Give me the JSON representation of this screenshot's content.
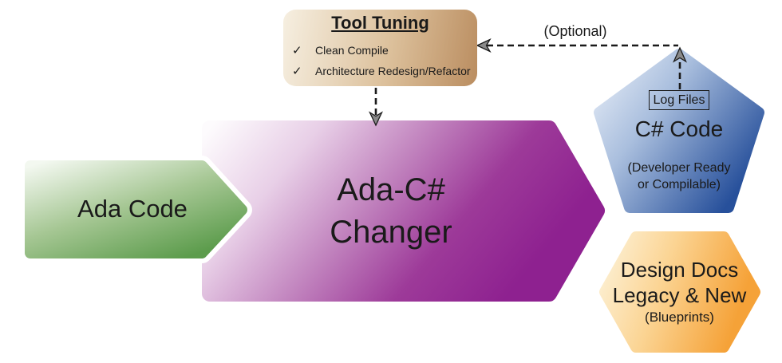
{
  "tool_tuning": {
    "title": "Tool Tuning",
    "check": "✓",
    "items": [
      "Clean Compile",
      "Architecture Redesign/Refactor"
    ]
  },
  "connectors": {
    "optional_label": "(Optional)"
  },
  "input_shape": {
    "label": "Ada Code"
  },
  "changer": {
    "line1": "Ada-C#",
    "line2": "Changer"
  },
  "output_code": {
    "log_files_label": "Log Files",
    "title": "C# Code",
    "subtitle_line1": "(Developer Ready",
    "subtitle_line2": "or Compilable)"
  },
  "output_docs": {
    "line1": "Design Docs",
    "line2": "Legacy & New",
    "line3": "(Blueprints)"
  },
  "colors": {
    "purple_deep": "#8e2190",
    "green_deep": "#5c9c4c",
    "blue_deep": "#27509b",
    "orange_deep": "#f5a238",
    "tan_deep": "#ba8d60",
    "line": "#1a1a1a",
    "arrowhead_fill": "#8a8a8a"
  }
}
